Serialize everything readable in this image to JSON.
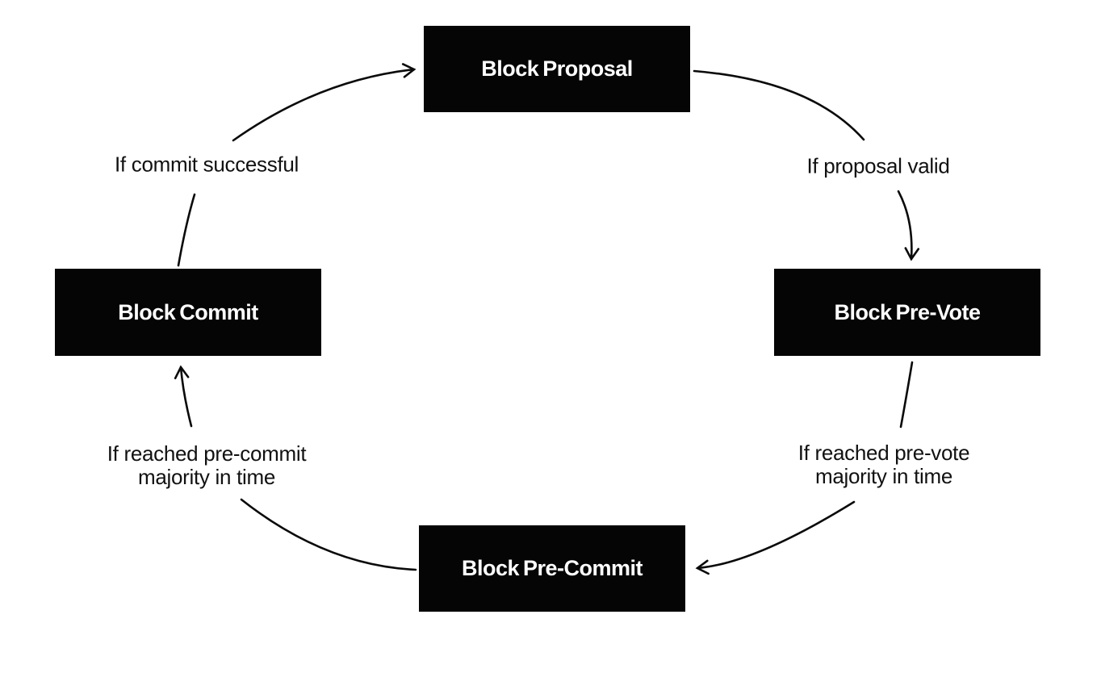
{
  "diagram": {
    "type": "cycle",
    "subject": "block-consensus-lifecycle",
    "nodes": [
      {
        "id": "block-proposal",
        "label": "Block Proposal"
      },
      {
        "id": "block-pre-vote",
        "label": "Block Pre-Vote"
      },
      {
        "id": "block-pre-commit",
        "label": "Block Pre-Commit"
      },
      {
        "id": "block-commit",
        "label": "Block Commit"
      }
    ],
    "edges": [
      {
        "from": "block-commit",
        "to": "block-proposal",
        "label": "If commit successful"
      },
      {
        "from": "block-proposal",
        "to": "block-pre-vote",
        "label": "If proposal valid"
      },
      {
        "from": "block-pre-vote",
        "to": "block-pre-commit",
        "label": "If reached pre-vote majority in time"
      },
      {
        "from": "block-pre-commit",
        "to": "block-commit",
        "label": "If reached pre-commit majority in time"
      }
    ],
    "colors": {
      "background": "#ffffff",
      "node_background": "#050505",
      "node_text": "#ffffff",
      "edge_stroke": "#0a0a0a",
      "label_text": "#111111"
    }
  }
}
